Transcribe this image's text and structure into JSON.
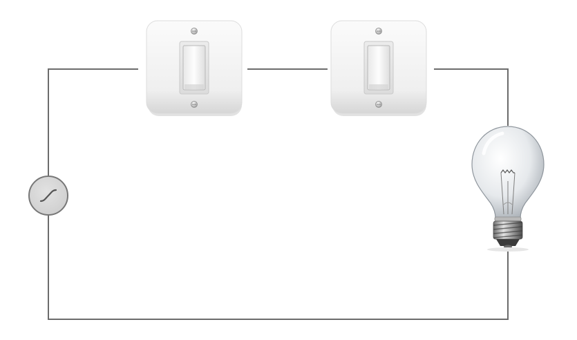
{
  "diagram": {
    "components": [
      {
        "id": "ac-source",
        "kind": "ac-voltage-source",
        "icon": "sine-wave-icon"
      },
      {
        "id": "switch-1",
        "kind": "wall-light-switch",
        "state": "off"
      },
      {
        "id": "switch-2",
        "kind": "wall-light-switch",
        "state": "off"
      },
      {
        "id": "bulb",
        "kind": "incandescent-light-bulb"
      }
    ],
    "connections": [
      [
        "ac-source",
        "switch-1"
      ],
      [
        "switch-1",
        "switch-2"
      ],
      [
        "switch-2",
        "bulb"
      ],
      [
        "bulb",
        "ac-source"
      ]
    ],
    "circuit_type": "series",
    "colors": {
      "wire": "#6b6b6b",
      "source_fill": "#d9d9d9",
      "source_stroke": "#777777",
      "switch_plate": "#f4f4f4"
    }
  }
}
